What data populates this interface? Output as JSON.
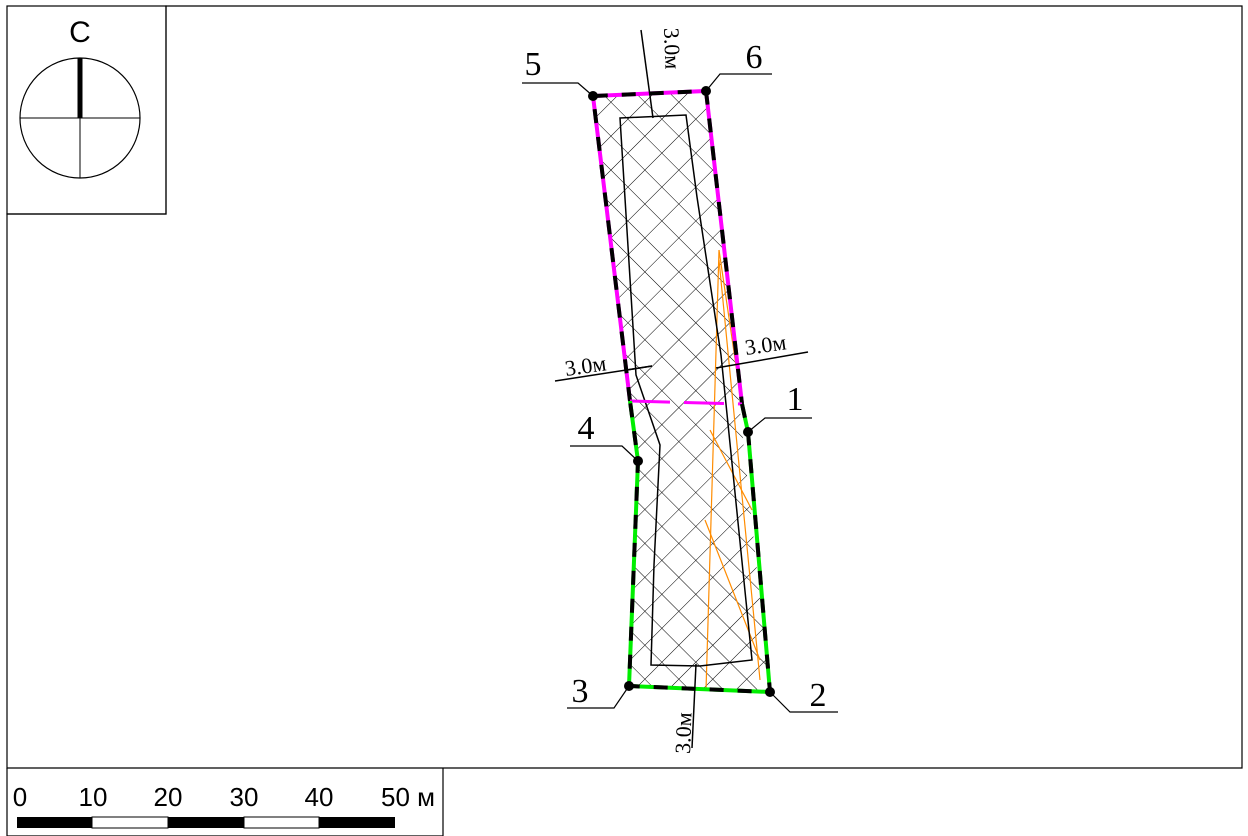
{
  "compass": {
    "north_label": "С"
  },
  "points": [
    {
      "id": "5",
      "label": "5"
    },
    {
      "id": "6",
      "label": "6"
    },
    {
      "id": "1",
      "label": "1"
    },
    {
      "id": "4",
      "label": "4"
    },
    {
      "id": "3",
      "label": "3"
    },
    {
      "id": "2",
      "label": "2"
    }
  ],
  "offsets": {
    "top": "3.0м",
    "left": "3.0м",
    "right": "3.0м",
    "bottom": "3.0м"
  },
  "scale_bar": {
    "ticks": [
      "0",
      "10",
      "20",
      "30",
      "40",
      "50 м"
    ]
  },
  "colors": {
    "magenta_boundary": "#ff00ff",
    "green_boundary": "#00ee00",
    "orange_line": "#ff8c00",
    "black": "#000000"
  }
}
